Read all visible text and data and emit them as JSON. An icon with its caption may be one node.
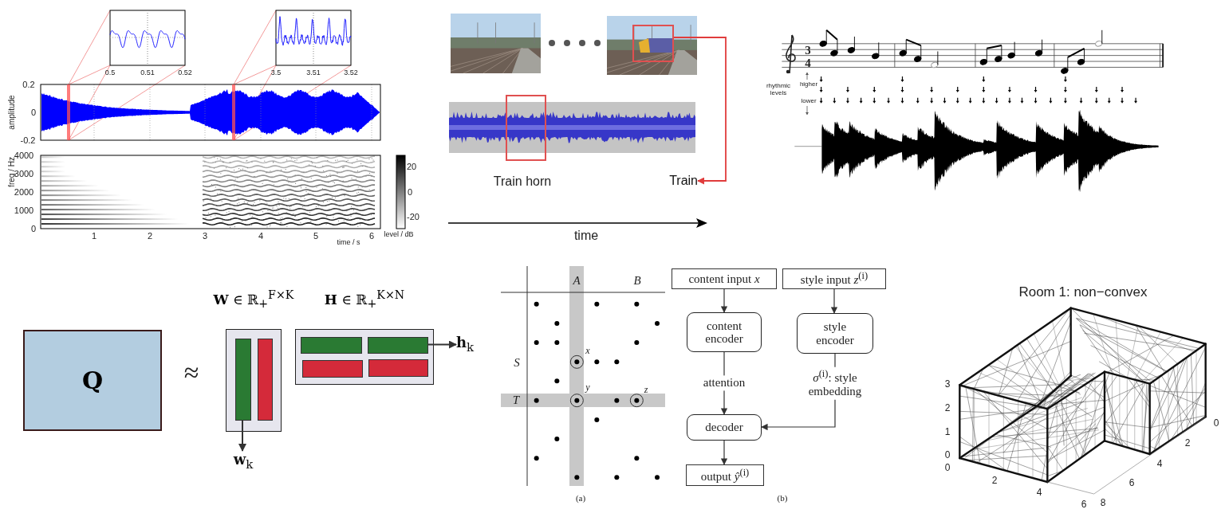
{
  "diagram": {
    "nodes": [
      {
        "text": [],
        "shape": "picture"
      },
      {
        "text": [],
        "shape": "picture"
      },
      {
        "text": [],
        "shape": "box",
        "in": 1
      },
      {
        "text": [],
        "shape": "picture"
      },
      {
        "text": [],
        "shape": "box"
      },
      {
        "text": [
          "Train"
        ]
      },
      {
        "text": [
          "Q"
        ]
      },
      {
        "text": [
          "**W** ∈ ℝ$_{+}$$^{F×K}$"
        ]
      },
      {
        "text": [],
        "shape": "bar",
        "in": 7
      },
      {
        "text": [],
        "shape": "bar",
        "in": 7
      },
      {
        "text": [
          "**H** ∈ ℝ$_{+}$$^{K×N}$"
        ]
      },
      {
        "text": [],
        "shape": "bar",
        "in": 10
      },
      {
        "text": [],
        "shape": "bar",
        "in": 10
      },
      {
        "text": [],
        "shape": "bar",
        "in": 10
      },
      {
        "text": [],
        "shape": "bar",
        "in": 10
      },
      {
        "text": [
          "**w**$_{k}$"
        ]
      },
      {
        "text": [
          "**h**$_{k}$"
        ]
      },
      {
        "text": [
          "content input *x*"
        ]
      },
      {
        "text": [
          "style input *z*$^{(i)}$"
        ]
      },
      {
        "text": [
          "content encoder"
        ]
      },
      {
        "text": [
          "style encoder"
        ]
      },
      {
        "text": [
          "decoder"
        ]
      },
      {
        "text": [
          "output *ŷ*$^{(i)}$"
        ]
      }
    ],
    "edges": [
      {
        "from": 2,
        "to": 5,
        "arrow": "to",
        "color": "#e03c3c"
      },
      {
        "from": 8,
        "to": 15,
        "arrow": "to"
      },
      {
        "from": 12,
        "to": 16,
        "arrow": "to"
      },
      {
        "from": 17,
        "to": 19,
        "arrow": "to"
      },
      {
        "from": 18,
        "to": 20,
        "arrow": "to"
      },
      {
        "from": 19,
        "to": 21,
        "arrow": "to",
        "label": "attention"
      },
      {
        "from": 20,
        "to": 21,
        "arrow": "to",
        "label": "*σ*$^{(i)}$: style embedding"
      },
      {
        "from": 21,
        "to": 22,
        "arrow": "to"
      }
    ],
    "labels": [
      "0.5",
      "0.51",
      "0.52",
      "3.5",
      "3.51",
      "3.52",
      "0.2",
      "0",
      "-0.2",
      "amplitude",
      "4000",
      "3000",
      "2000",
      "1000",
      "0",
      "freq / Hz",
      "1",
      "2",
      "3",
      "4",
      "5",
      "6",
      "time / s",
      "20",
      "0",
      "-20",
      "level / dB",
      "time",
      "Train horn",
      "3",
      "4",
      "rhythmic levels",
      "higher",
      "lower",
      "≈",
      "A",
      "B",
      "S",
      "x",
      "y",
      "T",
      "z",
      "(a)",
      "(b)",
      "Room 1: non−convex",
      "3",
      "2",
      "1",
      "0",
      "0",
      "2",
      "4",
      "6",
      "8",
      "6",
      "4",
      "2",
      "0"
    ]
  }
}
